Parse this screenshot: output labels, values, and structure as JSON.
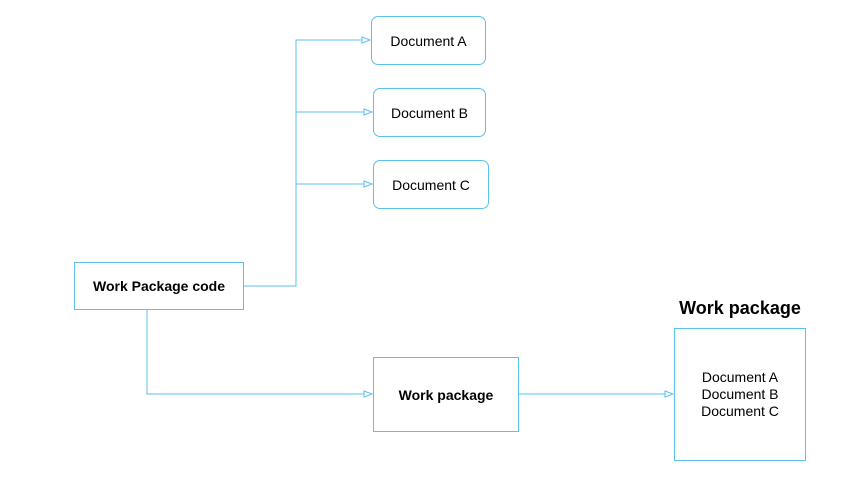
{
  "diagram": {
    "line_color": "#5bc0eb",
    "source": {
      "label": "Work Package code"
    },
    "documents": [
      {
        "label": "Document A"
      },
      {
        "label": "Document B"
      },
      {
        "label": "Document C"
      }
    ],
    "package": {
      "label": "Work package"
    },
    "result": {
      "title": "Work package",
      "items": [
        "Document A",
        "Document B",
        "Document C"
      ]
    }
  }
}
